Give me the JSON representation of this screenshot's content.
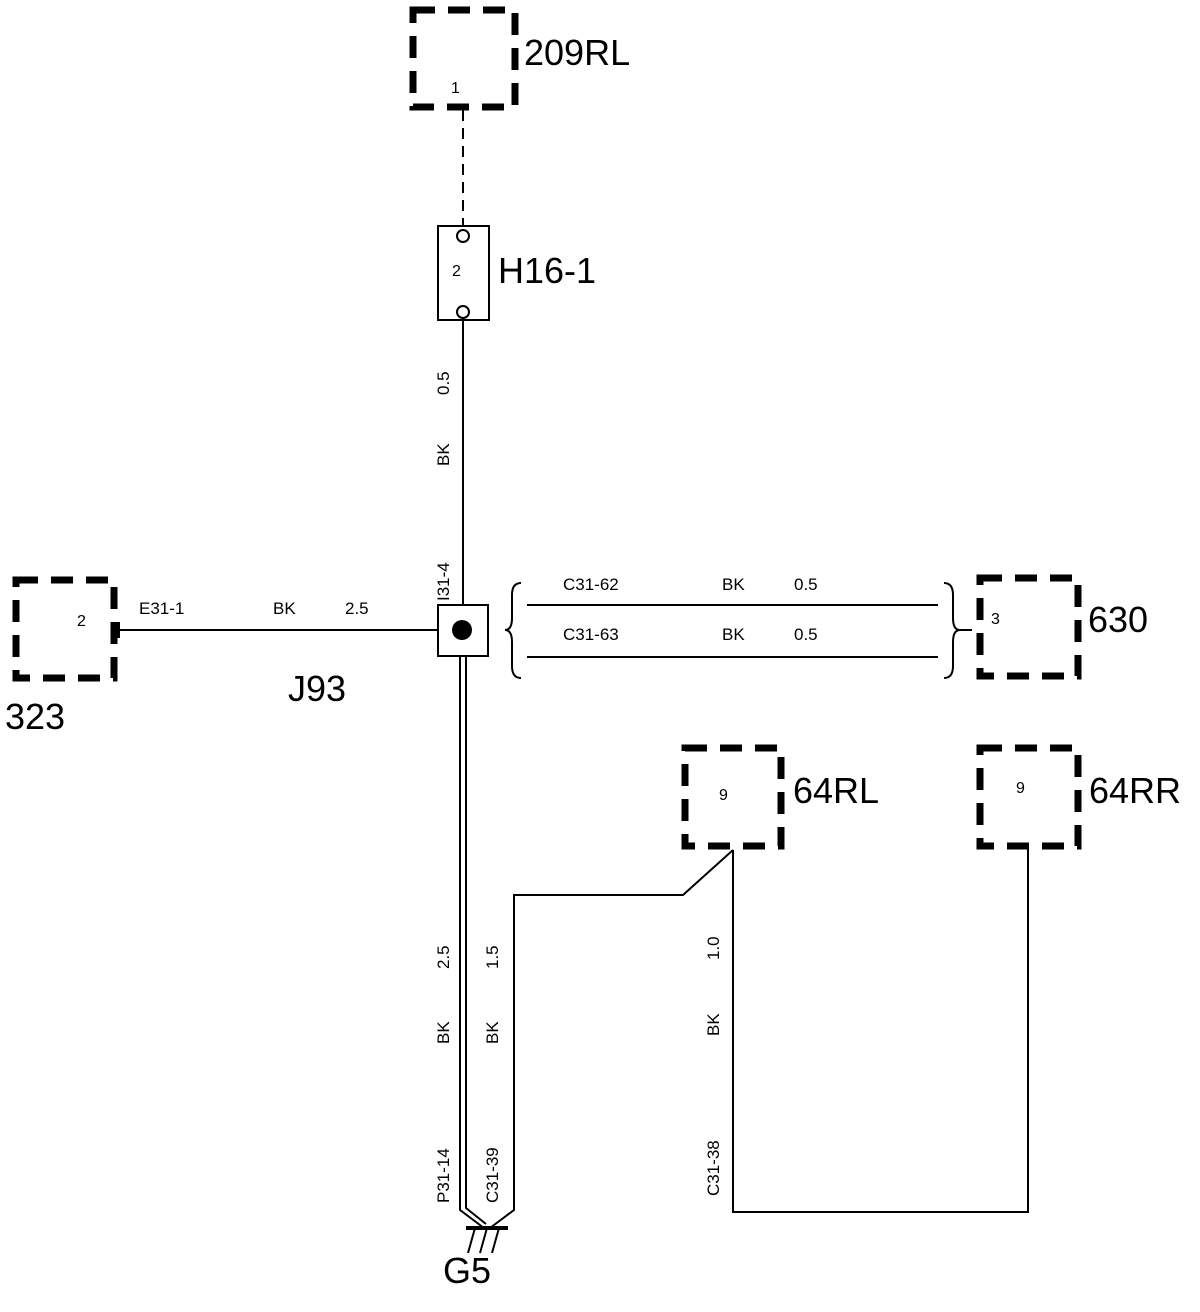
{
  "components": {
    "c209rl": {
      "label": "209RL",
      "pin": "1"
    },
    "h16": {
      "label": "H16-1",
      "pin": "2"
    },
    "c323": {
      "label": "323",
      "pin": "2"
    },
    "j93": {
      "label": "J93"
    },
    "c630": {
      "label": "630",
      "pin": "3"
    },
    "c64rl": {
      "label": "64RL",
      "pin": "9"
    },
    "c64rr": {
      "label": "64RR",
      "pin": "9"
    },
    "g5": {
      "label": "G5"
    }
  },
  "wires": {
    "h16_j93": {
      "size": "0.5",
      "color": "BK"
    },
    "j93_top": {
      "id": "I31-4"
    },
    "e31": {
      "id": "E31-1",
      "color": "BK",
      "size": "2.5"
    },
    "c3162": {
      "id": "C31-62",
      "color": "BK",
      "size": "0.5"
    },
    "c3163": {
      "id": "C31-63",
      "color": "BK",
      "size": "0.5"
    },
    "p3114": {
      "id": "P31-14",
      "color": "BK",
      "size": "2.5"
    },
    "c3139": {
      "id": "C31-39",
      "color": "BK",
      "size": "1.5"
    },
    "c3138": {
      "id": "C31-38",
      "color": "BK",
      "size": "1.0"
    }
  }
}
